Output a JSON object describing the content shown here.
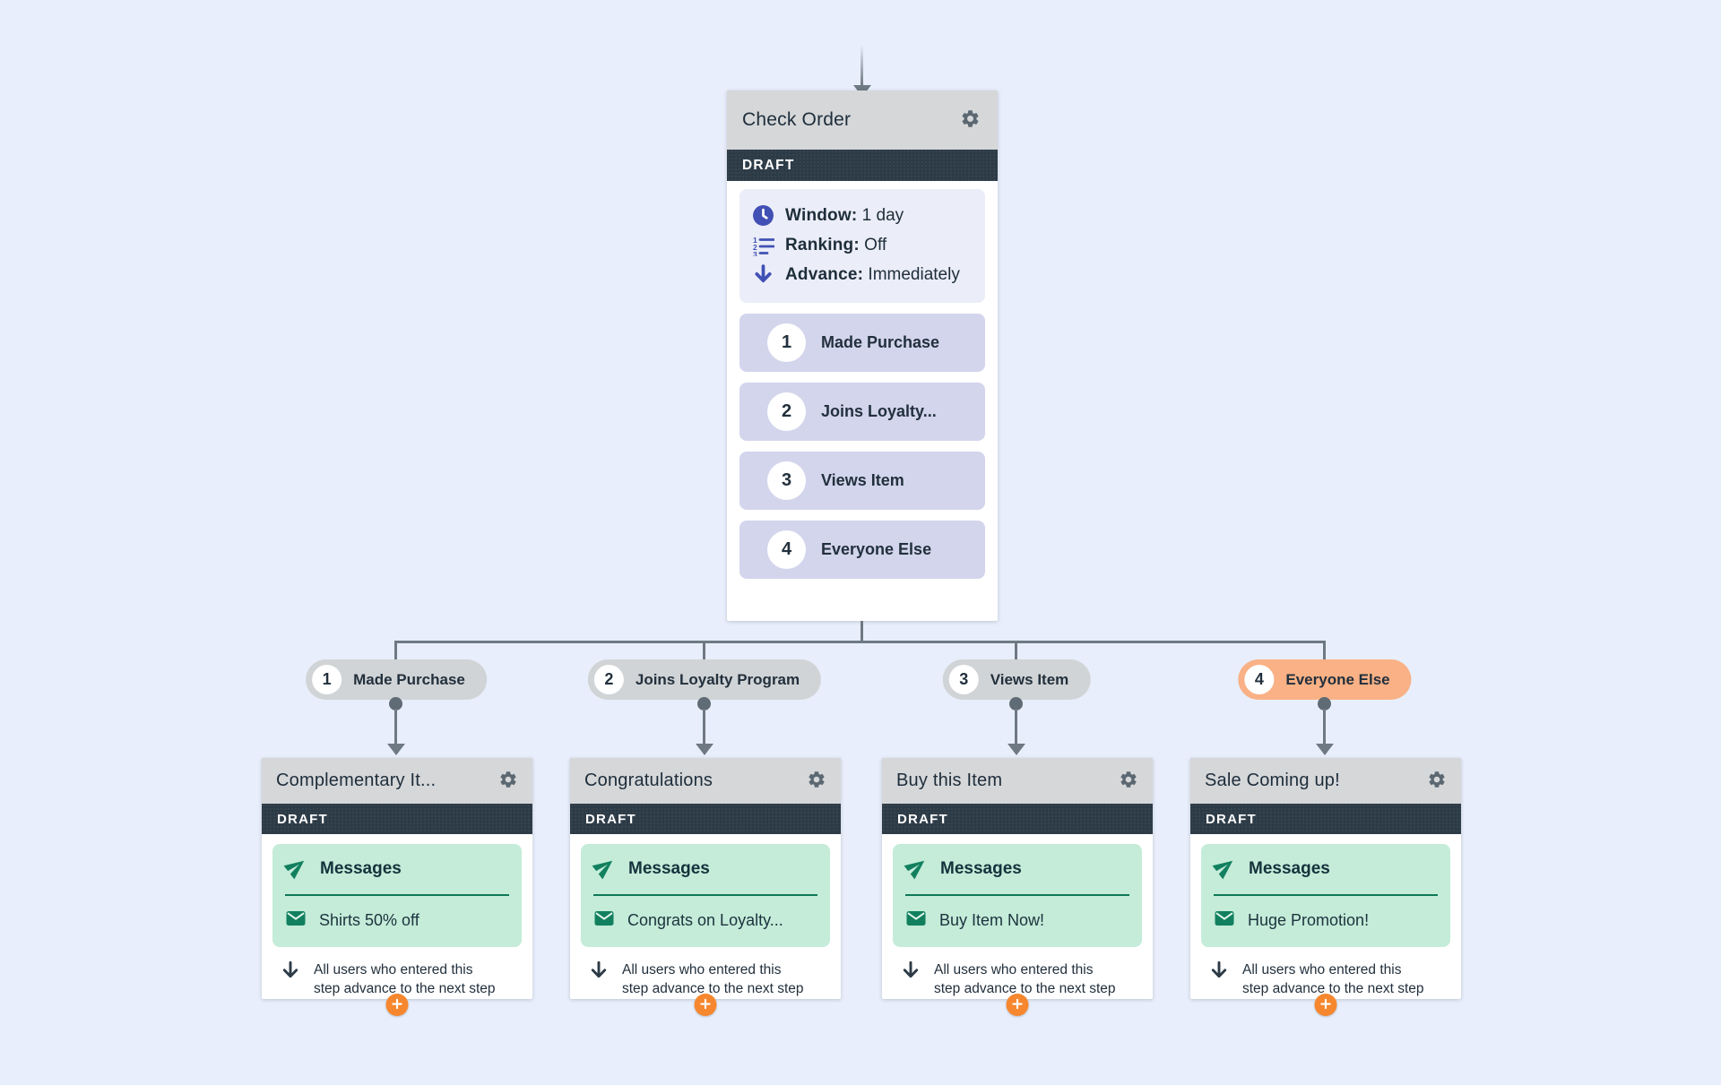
{
  "colors": {
    "page_background": "#e8eefb",
    "accent_indigo": "#4150b5",
    "status_band": "#2d3b47",
    "header_gray": "#d5d7d9",
    "branch_row_bg": "#d3d5ec",
    "settings_box_bg": "#ebedf8",
    "pill_bg": "#d1d4d6",
    "pill_highlight_bg": "#f9b185",
    "message_box_bg": "#c4ecd9",
    "message_green": "#12805f",
    "add_button_orange": "#f6872e",
    "connector_gray": "#6e7983"
  },
  "flow": {
    "root_node": {
      "title": "Check Order",
      "status": "DRAFT",
      "settings": [
        {
          "icon": "clock-icon",
          "label": "Window:",
          "value": "1 day"
        },
        {
          "icon": "numbered-list-icon",
          "label": "Ranking:",
          "value": "Off"
        },
        {
          "icon": "arrow-down-icon",
          "label": "Advance:",
          "value": "Immediately"
        }
      ],
      "branches": [
        {
          "number": "1",
          "label": "Made Purchase"
        },
        {
          "number": "2",
          "label": "Joins Loyalty..."
        },
        {
          "number": "3",
          "label": "Views Item"
        },
        {
          "number": "4",
          "label": "Everyone Else"
        }
      ]
    },
    "branch_pills": [
      {
        "number": "1",
        "label": "Made Purchase",
        "highlighted": false
      },
      {
        "number": "2",
        "label": "Joins Loyalty Program",
        "highlighted": false
      },
      {
        "number": "3",
        "label": "Views Item",
        "highlighted": false
      },
      {
        "number": "4",
        "label": "Everyone Else",
        "highlighted": true
      }
    ],
    "step_cards": [
      {
        "title": "Complementary It...",
        "status": "DRAFT",
        "section": "Messages",
        "message": "Shirts 50% off",
        "note_lines": [
          "All users who entered this",
          "step advance to the next step"
        ]
      },
      {
        "title": "Congratulations",
        "status": "DRAFT",
        "section": "Messages",
        "message": "Congrats on Loyalty...",
        "note_lines": [
          "All users who entered this",
          "step advance to the next step"
        ]
      },
      {
        "title": "Buy this Item",
        "status": "DRAFT",
        "section": "Messages",
        "message": "Buy Item Now!",
        "note_lines": [
          "All users who entered this",
          "step advance to the next step"
        ]
      },
      {
        "title": "Sale Coming up!",
        "status": "DRAFT",
        "section": "Messages",
        "message": "Huge Promotion!",
        "note_lines": [
          "All users who entered this",
          "step advance to the next step"
        ]
      }
    ]
  }
}
